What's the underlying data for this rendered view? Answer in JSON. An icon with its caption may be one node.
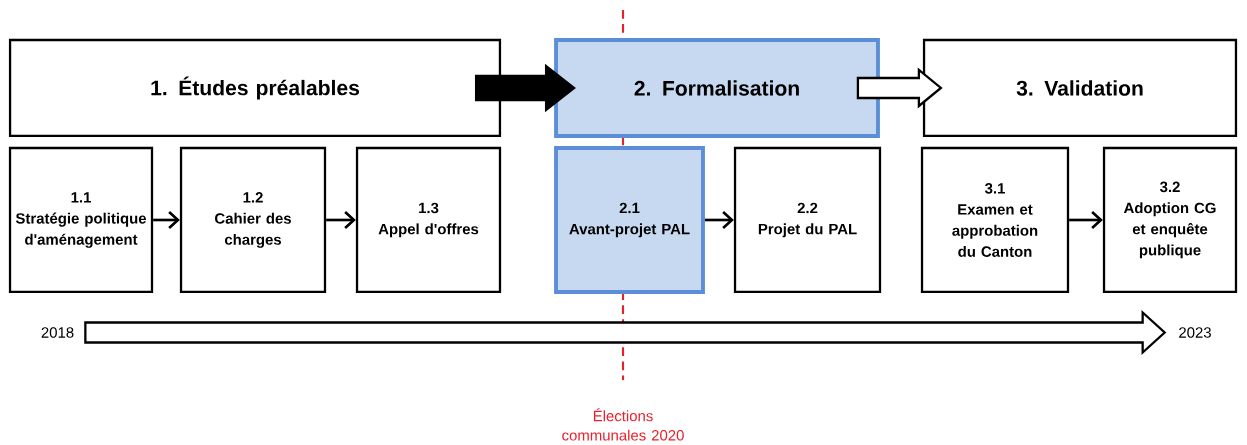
{
  "diagram": {
    "nodes": [
      {
        "text": [
          "1. Études préalables"
        ]
      },
      {
        "text": [
          "2. Formalisation"
        ]
      },
      {
        "text": [
          "3. Validation"
        ]
      },
      {
        "text": [
          "1.1",
          "Stratégie politique d'aménagement"
        ]
      },
      {
        "text": [
          "1.2",
          "Cahier des charges"
        ]
      },
      {
        "text": [
          "1.3",
          "Appel d'offres"
        ]
      },
      {
        "text": [
          "2.1",
          "Avant-projet PAL"
        ]
      },
      {
        "text": [
          "2.2",
          "Projet du PAL"
        ]
      },
      {
        "text": [
          "3.1",
          "Examen et approbation du Canton"
        ]
      },
      {
        "text": [
          "3.2",
          "Adoption CG et enquête publique"
        ]
      },
      {
        "text": [
          "2018"
        ]
      },
      {
        "text": [
          "2023"
        ]
      }
    ],
    "edges": [
      {
        "from": 0,
        "to": 1,
        "arrow": "to",
        "style": "thick",
        "color": "#000000"
      },
      {
        "from": 1,
        "to": 2,
        "arrow": "to",
        "style": "thick"
      },
      {
        "from": 3,
        "to": 4,
        "arrow": "to"
      },
      {
        "from": 4,
        "to": 5,
        "arrow": "to"
      },
      {
        "from": 6,
        "to": 7,
        "arrow": "to"
      },
      {
        "from": 8,
        "to": 9,
        "arrow": "to"
      },
      {
        "from": 10,
        "to": 11,
        "arrow": "to",
        "style": "thick"
      }
    ],
    "labels": [
      "Élections communales 2020"
    ]
  }
}
